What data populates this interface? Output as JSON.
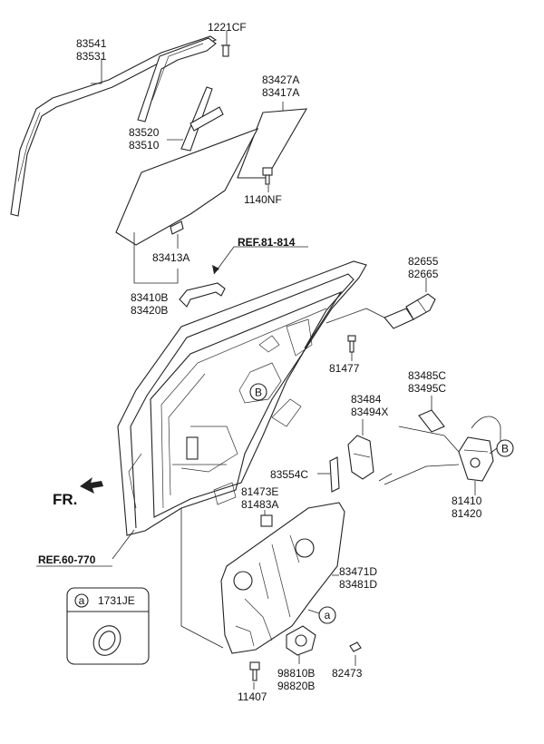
{
  "labels": {
    "p1221CF": "1221CF",
    "p83541": "83541",
    "p83531": "83531",
    "p83427A": "83427A",
    "p83417A": "83417A",
    "p83520": "83520",
    "p83510": "83510",
    "p1140NF": "1140NF",
    "p83413A": "83413A",
    "ref81814": "REF.81-814",
    "p83410B": "83410B",
    "p83420B": "83420B",
    "p82655": "82655",
    "p82665": "82665",
    "p81477": "81477",
    "p83485C": "83485C",
    "p83495C": "83495C",
    "p83484": "83484",
    "p83494X": "83494X",
    "p83554C": "83554C",
    "p81410": "81410",
    "p81420": "81420",
    "p81473E": "81473E",
    "p81483A": "81483A",
    "fr": "FR.",
    "ref60770": "REF.60-770",
    "p83471D": "83471D",
    "p83481D": "83481D",
    "p82473": "82473",
    "p98810B": "98810B",
    "p98820B": "98820B",
    "p11407": "11407"
  },
  "callouts": {
    "b": "B",
    "a": "a"
  },
  "inset": {
    "key": "a",
    "part": "1731JE"
  }
}
